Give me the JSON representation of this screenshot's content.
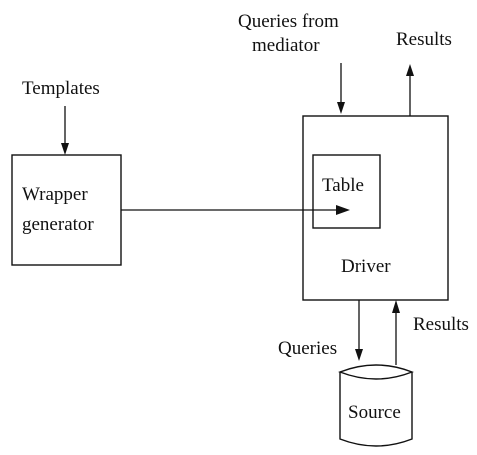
{
  "labels": {
    "templates": "Templates",
    "queries_from_mediator_line1": "Queries from",
    "queries_from_mediator_line2": "mediator",
    "results_top": "Results",
    "wrapper_line1": "Wrapper",
    "wrapper_line2": "generator",
    "table": "Table",
    "driver": "Driver",
    "results_bottom": "Results",
    "queries_bottom": "Queries",
    "source": "Source"
  },
  "colors": {
    "ink": "#111111",
    "background": "#ffffff"
  }
}
